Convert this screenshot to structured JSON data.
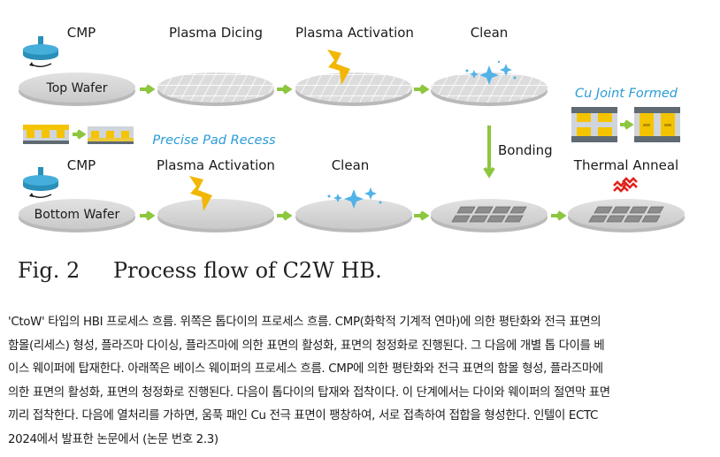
{
  "diagram": {
    "top_row": {
      "wafer_label": "Top Wafer",
      "steps": [
        "CMP",
        "Plasma Dicing",
        "Plasma Activation",
        "Clean"
      ]
    },
    "pad_recess_note": "Precise Pad Recess",
    "bonding_label": "Bonding",
    "joint_note": "Cu Joint Formed",
    "bottom_row": {
      "wafer_label": "Bottom Wafer",
      "steps": [
        "CMP",
        "Plasma Activation",
        "Clean",
        "Thermal Anneal"
      ]
    },
    "colors": {
      "wafer_fill": "#d6d6d6",
      "arrow": "#8dc63f",
      "cmp_tool": "#2a8fb9",
      "lightning": "#f2b705",
      "sparkle": "#4fb3e8",
      "heat": "#e2231a",
      "pad": "#f5c400"
    }
  },
  "caption": {
    "fig": "Fig. 2",
    "title": "Process flow of C2W HB."
  },
  "description_lines": [
    "'CtoW' 타입의 HBI 프로세스 흐름. 위쪽은 톱다이의 프로세스 흐름. CMP(화학적 기계적 연마)에 의한 평탄화와 전극 표면의",
    "함몰(리세스) 형성, 플라즈마 다이싱, 플라즈마에 의한 표면의 활성화, 표면의 청정화로 진행된다. 그 다음에 개별 톱 다이를 베",
    "이스 웨이퍼에 탑재한다. 아래쪽은 베이스 웨이퍼의 프로세스 흐름. CMP에 의한 평탄화와 전극 표면의 함몰 형성, 플라즈마에",
    "의한 표면의 활성화, 표면의 청정화로 진행된다. 다음이 톱다이의 탑재와 접착이다. 이 단계에서는 다이와 웨이퍼의 절연막 표면",
    "끼리 접착한다. 다음에 열처리를 가하면, 움푹 패인 Cu 전극 표면이 팽창하여, 서로 접촉하여 접합을 형성한다. 인텔이 ECTC",
    "2024에서 발표한 논문에서 (논문 번호 2.3)"
  ]
}
